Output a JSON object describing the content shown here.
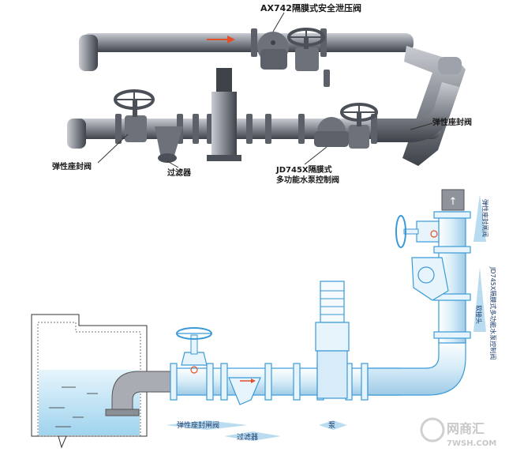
{
  "top_diagram": {
    "labels": {
      "safety_valve": "AX742隔膜式安全泄压阀",
      "elastic_seat_valve_right": "弹性座封阀",
      "elastic_seat_valve_left": "弹性座封阀",
      "filter": "过滤器",
      "control_valve_line1": "JD745X隔膜式",
      "control_valve_line2": "多功能水泵控制阀"
    }
  },
  "bottom_diagram": {
    "labels": {
      "elastic_seat_gate_valve": "弹性座封闸阀",
      "filter": "过滤器",
      "pump": "泵",
      "check_valve": "软接头",
      "vertical_control_valve": "JD745X隔膜式多功能水泵控制阀",
      "vertical_elastic_valve": "弹性座封闸阀"
    },
    "arrow_glyph": "↑"
  },
  "watermark": {
    "cn": "网商汇",
    "en": "7WSH.COM"
  },
  "colors": {
    "pipe_gray": "#8a8e96",
    "pipe_dark": "#4b4f57",
    "blueprint": "#3a9ad8",
    "water": "#bfe3f5",
    "flow_arrow": "#e0502a"
  }
}
